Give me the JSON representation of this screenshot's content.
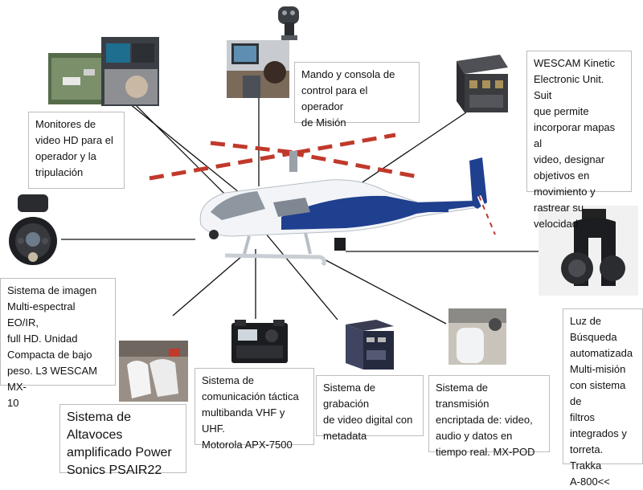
{
  "labels": {
    "monitors": "Monitores de\nvideo HD para el\noperador y la\ntripulación",
    "control": "Mando y consola de\ncontrol para el operador\nde Misión",
    "wescam_unit": "WESCAM Kinetic\nElectronic Unit. Suit\nque permite\nincorporar mapas al\nvideo, designar\nobjetivos en\nmovimiento y\nrastrear su velocidad",
    "imaging": "Sistema de imagen\nMulti-espectral EO/IR,\nfull HD. Unidad\nCompacta de bajo\npeso. L3 WESCAM MX-\n10",
    "comms": "Sistema de\ncomunicación táctica\nmultibanda VHF y UHF.\nMotorola APX-7500",
    "recording": "Sistema de grabación\nde video digital con\nmetadata",
    "transmission": "Sistema de transmisión\nencriptada de: video,\naudio y datos en\ntiempo real. MX-POD",
    "searchlight": "Luz de\nBúsqueda\nautomatizada\nMulti-misión\ncon sistema de\nfiltros\nintegrados y\ntorreta. Trakka\nA-800<<",
    "speakers": "Sistema de Altavoces\namplificado Power\nSonics PSAIR22"
  },
  "colors": {
    "fuselage_blue": "#1f3f8f",
    "fuselage_white": "#f2f4f7",
    "rotor_red": "#c0392b",
    "leader_line": "#111111"
  }
}
